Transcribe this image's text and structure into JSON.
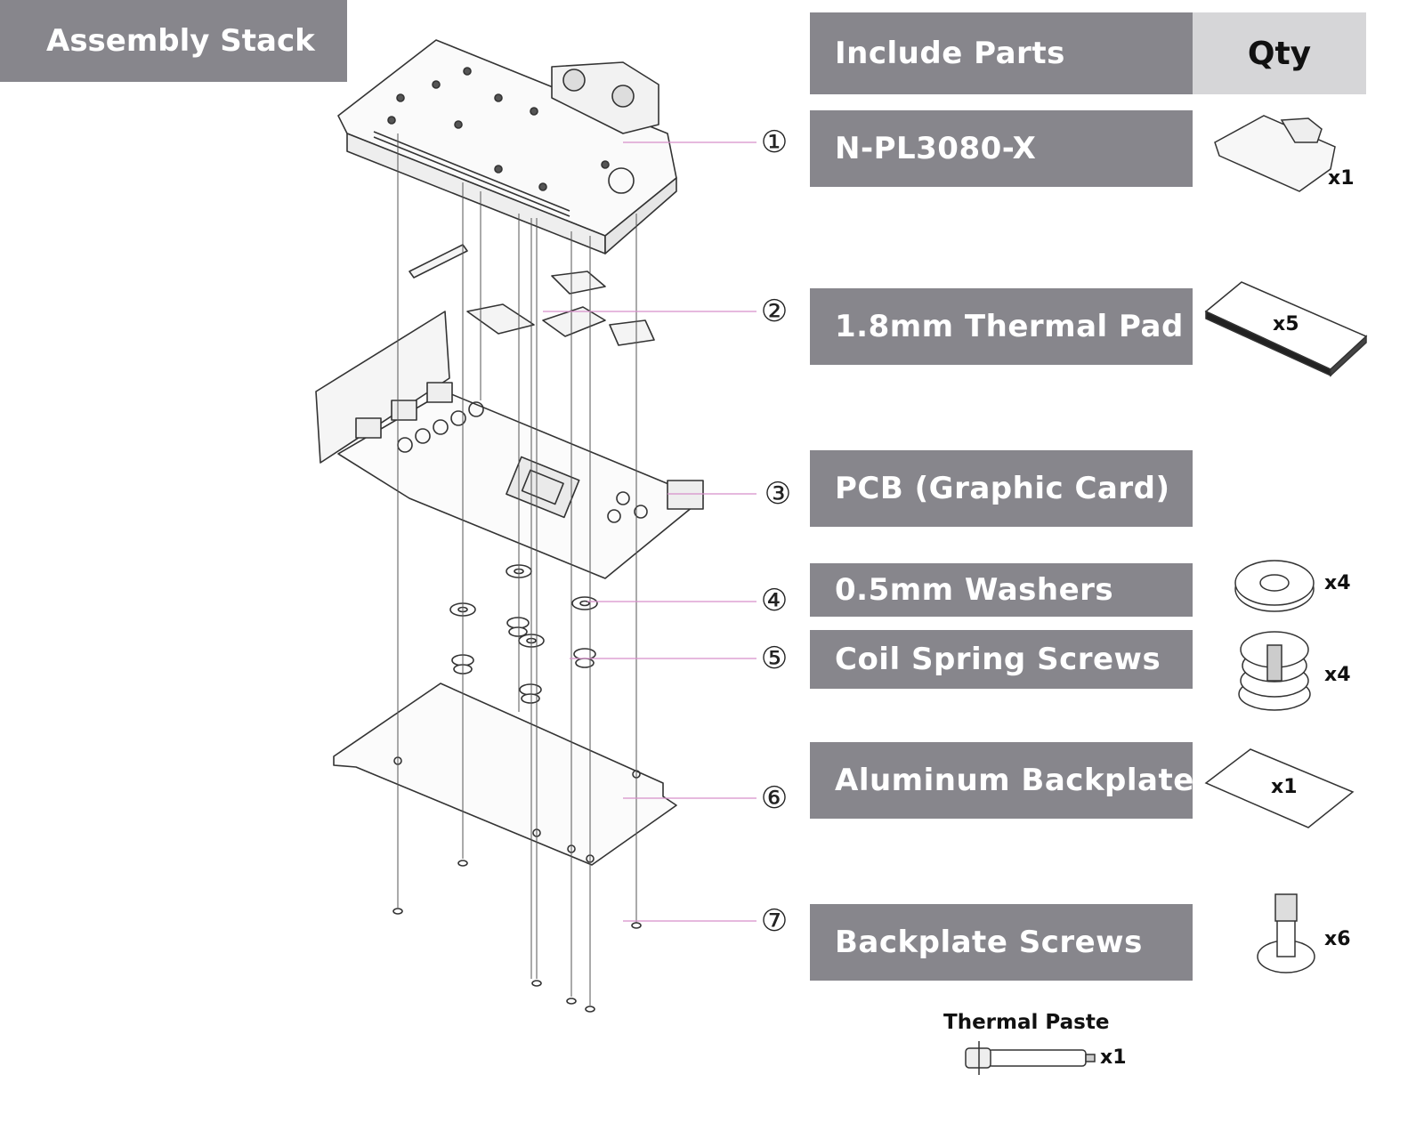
{
  "title": "Assembly Stack",
  "table": {
    "parts_header": "Include Parts",
    "qty_header": "Qty"
  },
  "parts": [
    {
      "number": "①",
      "name": "N-PL3080-X",
      "qty": "x1"
    },
    {
      "number": "②",
      "name": "1.8mm Thermal Pad",
      "qty": "x5"
    },
    {
      "number": "③",
      "name": "PCB (Graphic Card)",
      "qty": ""
    },
    {
      "number": "④",
      "name": "0.5mm Washers",
      "qty": "x4"
    },
    {
      "number": "⑤",
      "name": "Coil Spring Screws",
      "qty": "x4"
    },
    {
      "number": "⑥",
      "name": "Aluminum Backplate",
      "qty": "x1"
    },
    {
      "number": "⑦",
      "name": "Backplate Screws",
      "qty": "x6"
    }
  ],
  "extra": {
    "name": "Thermal Paste",
    "qty": "x1"
  },
  "colors": {
    "bar": "#87868c",
    "qty_header": "#d6d6d8",
    "leader": "#d68fc9"
  }
}
